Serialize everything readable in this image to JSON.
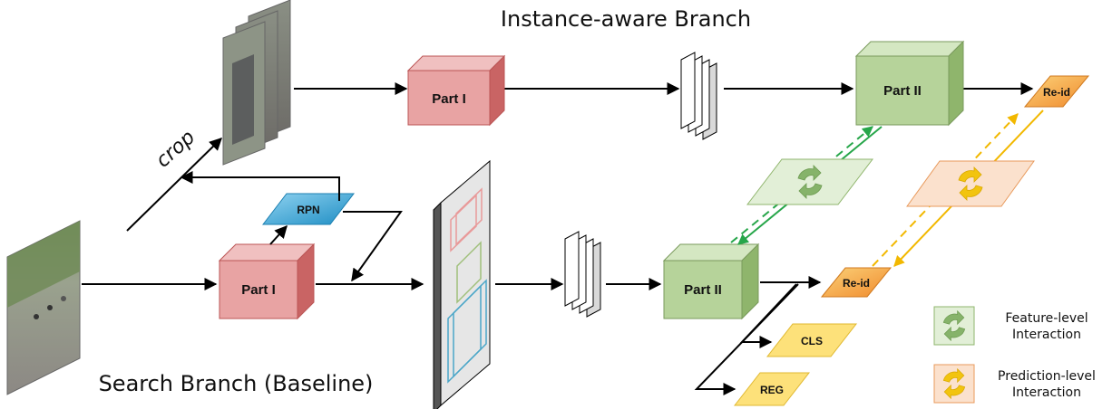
{
  "titles": {
    "top_branch": "Instance-aware Branch",
    "bottom_branch": "Search Branch (Baseline)"
  },
  "labels": {
    "crop": "crop",
    "rpn": "RPN",
    "part1_top": "Part I",
    "part1_bottom": "Part I",
    "part2_top": "Part II",
    "part2_bottom": "Part II",
    "reid_top": "Re-id",
    "reid_bottom": "Re-id",
    "cls": "CLS",
    "reg": "REG"
  },
  "legend": {
    "feature_line1": "Feature-level",
    "feature_line2": "Interaction",
    "prediction_line1": "Prediction-level",
    "prediction_line2": "Interaction"
  },
  "colors": {
    "part1_front": "#e8a3a3",
    "part1_side": "#c96464",
    "part2_front": "#b6d39a",
    "part2_side": "#8fb56c",
    "rpn": "#38a4d6",
    "reid": "#f39c3c",
    "cls_reg": "#fde17a",
    "feature_plane": "#e2efd7",
    "feature_arrow": "#27a64a",
    "prediction_plane": "#fbe1cd",
    "prediction_arrow": "#f2b800",
    "interaction_icon_green": "#86b36a",
    "interaction_icon_yellow": "#f2c40f"
  }
}
